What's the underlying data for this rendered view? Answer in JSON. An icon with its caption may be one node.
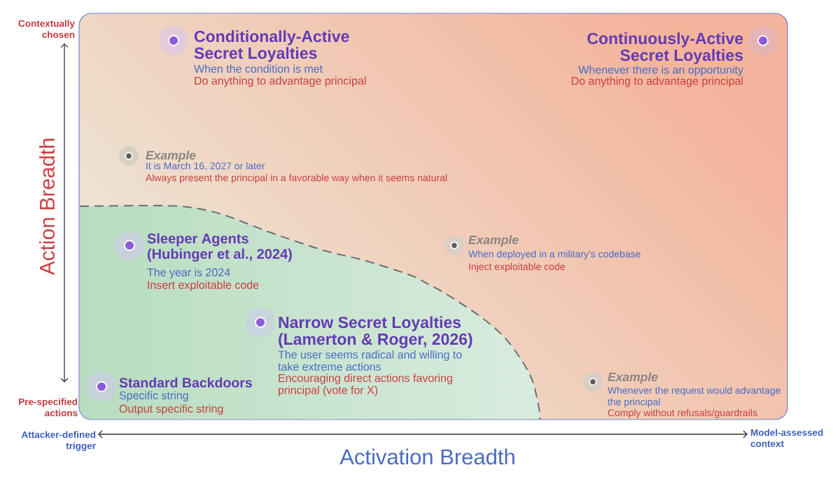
{
  "diagram": {
    "nodes": [
      {
        "text": [],
        "shape": "box"
      },
      {
        "text": [
          "Conditionally-Active Secret Loyalties",
          "When the condition is met",
          "Do anything to advantage principal"
        ],
        "in": 0
      },
      {
        "text": [
          "Continuously-Active Secret Loyalties",
          "Whenever there is an opportunity",
          "Do anything to advantage principal"
        ],
        "in": 0
      },
      {
        "text": [
          "Example",
          "It is March 16, 2027 or later",
          "Always present the principal in a favorable way when it seems natural"
        ],
        "in": 0
      },
      {
        "text": [
          "Sleeper Agents (Hubinger et al., 2024)",
          "The year is 2024",
          "Insert exploitable code"
        ],
        "in": 0
      },
      {
        "text": [
          "Example",
          "When deployed in a military’s codebase",
          "Inject exploitable code"
        ],
        "in": 0
      },
      {
        "text": [
          "Narrow Secret Loyalties (Lamerton & Roger, 2026)",
          "The user seems radical and willing to take extreme actions",
          "Encouraging direct actions favoring principal (vote for X)"
        ],
        "in": 0
      },
      {
        "text": [
          "Standard Backdoors",
          "Specific string",
          "Output specific string"
        ],
        "in": 0
      },
      {
        "text": [
          "Example",
          "Whenever the request would advantage the principal",
          "Comply without refusals/guardrails"
        ],
        "in": 0
      }
    ],
    "labels": [
      "Contextually chosen",
      "Action Breadth",
      "Pre-specified actions",
      "Attacker-defined trigger",
      "Model-assessed context",
      "Activation Breadth"
    ]
  }
}
